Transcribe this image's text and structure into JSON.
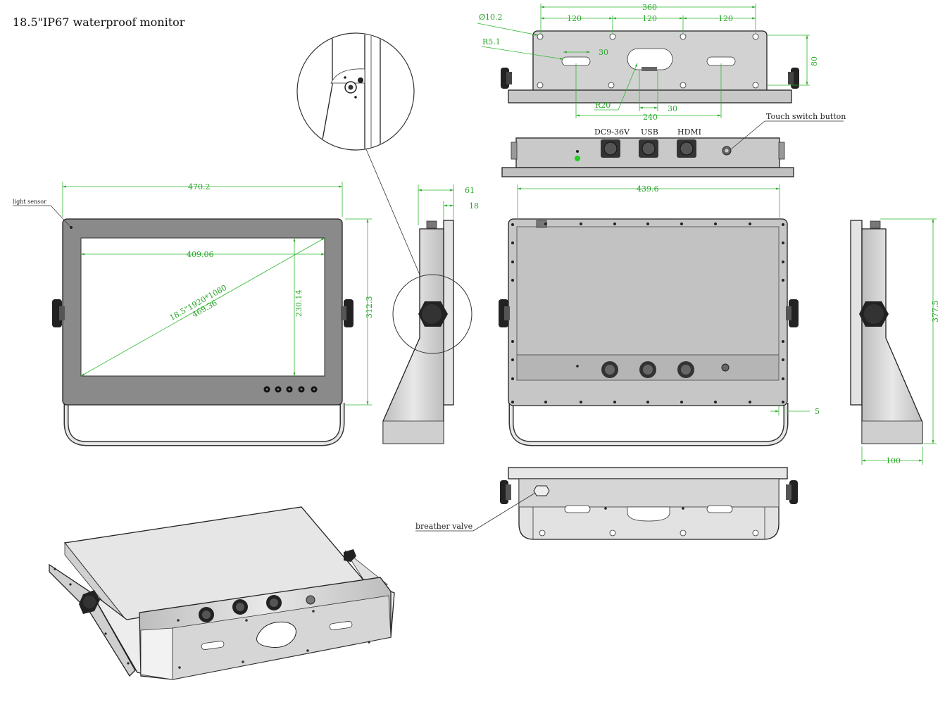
{
  "title": "18.5\"IP67 waterproof monitor",
  "labels": {
    "light_sensor": "light sensor",
    "touch_switch": "Touch switch button",
    "breather_valve": "breather valve",
    "dc": "DC9-36V",
    "usb": "USB",
    "hdmi": "HDMI"
  },
  "dims": {
    "top_total": "360",
    "top_a": "120",
    "top_b": "120",
    "top_c": "120",
    "hole_dia": "Ø10.2",
    "slot_r": "R5.1",
    "slot_w": "30",
    "height_80": "80",
    "r20": "R20",
    "w30": "30",
    "w240": "240",
    "front_w": "470.2",
    "screen_w": "409.06",
    "diag_size": "18.5\"1920*1080",
    "diag_len": "469.36",
    "screen_h": "230.14",
    "front_h": "312.3",
    "side_61": "61",
    "side_18": "18",
    "back_w": "439.6",
    "back_5": "5",
    "right_h": "377.5",
    "right_w": "100"
  },
  "colors": {
    "dimension": "#2aa52a",
    "bezel": "#8a8a8a",
    "housing": "#c8c8c8",
    "led": "#22cc22"
  }
}
